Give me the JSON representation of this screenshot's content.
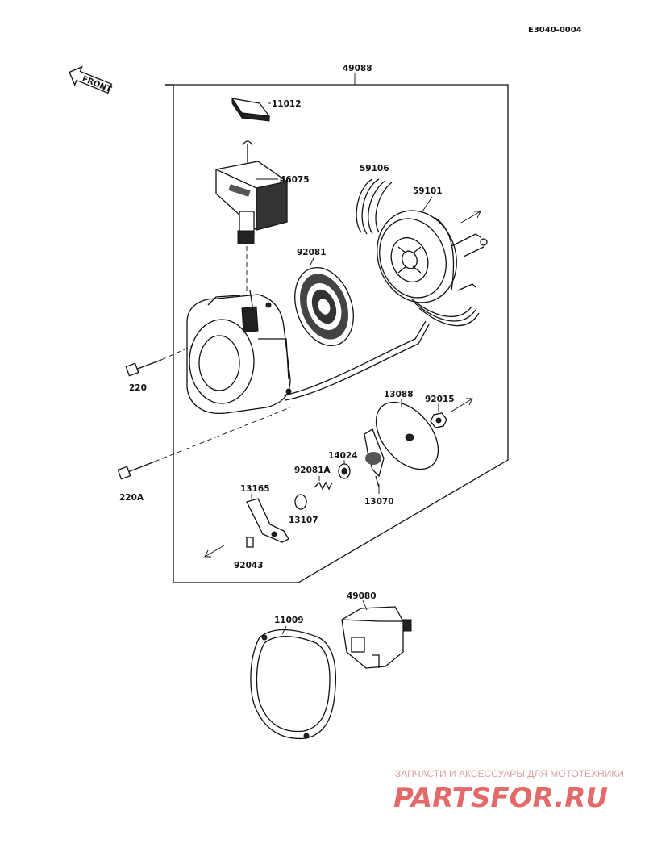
{
  "diagram_id": "E3040-0004",
  "front_label": "FRONT",
  "parts": {
    "p49088": "49088",
    "p11012": "11012",
    "p46075": "46075",
    "p59106": "59106",
    "p59101": "59101",
    "p92081": "92081",
    "p220": "220",
    "p220a": "220A",
    "p13088": "13088",
    "p92015": "92015",
    "p14024": "14024",
    "p92081a": "92081A",
    "p13165": "13165",
    "p13107": "13107",
    "p13070": "13070",
    "p92043": "92043",
    "p49080": "49080",
    "p11009": "11009"
  },
  "watermark": {
    "tagline": "ЗАПЧАСТИ И АКСЕССУАРЫ ДЛЯ МОТОТЕХНИКИ",
    "brand": "PARTSFOR.RU"
  }
}
